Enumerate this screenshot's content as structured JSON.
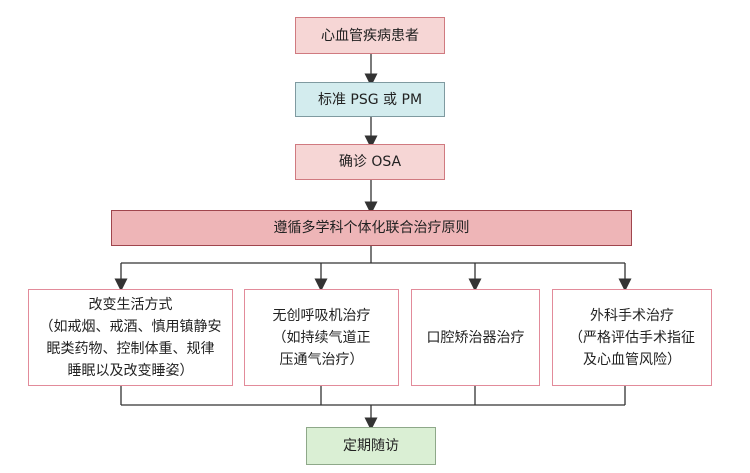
{
  "nodes": {
    "patient": "心血管疾病患者",
    "psg": "标准 PSG 或 PM",
    "confirm": "确诊 OSA",
    "principle": "遵循多学科个体化联合治疗原则",
    "lifestyle": {
      "title": "改变生活方式",
      "lines": [
        "（如戒烟、戒酒、慎用镇静安",
        "眠类药物、控制体重、规律",
        "睡眠以及改变睡姿）"
      ]
    },
    "cpap": {
      "title": "无创呼吸机治疗",
      "lines": [
        "（如持续气道正",
        "压通气治疗）"
      ]
    },
    "oral": "口腔矫治器治疗",
    "surgery": {
      "title": "外科手术治疗",
      "lines": [
        "（严格评估手术指征",
        "及心血管风险）"
      ]
    },
    "followup": "定期随访"
  },
  "colors": {
    "pink_fill": "#f6d6d5",
    "blue_fill": "#d3ecee",
    "rose_fill": "#eeb5b7",
    "green_fill": "#daefd4",
    "line": "#333333"
  }
}
